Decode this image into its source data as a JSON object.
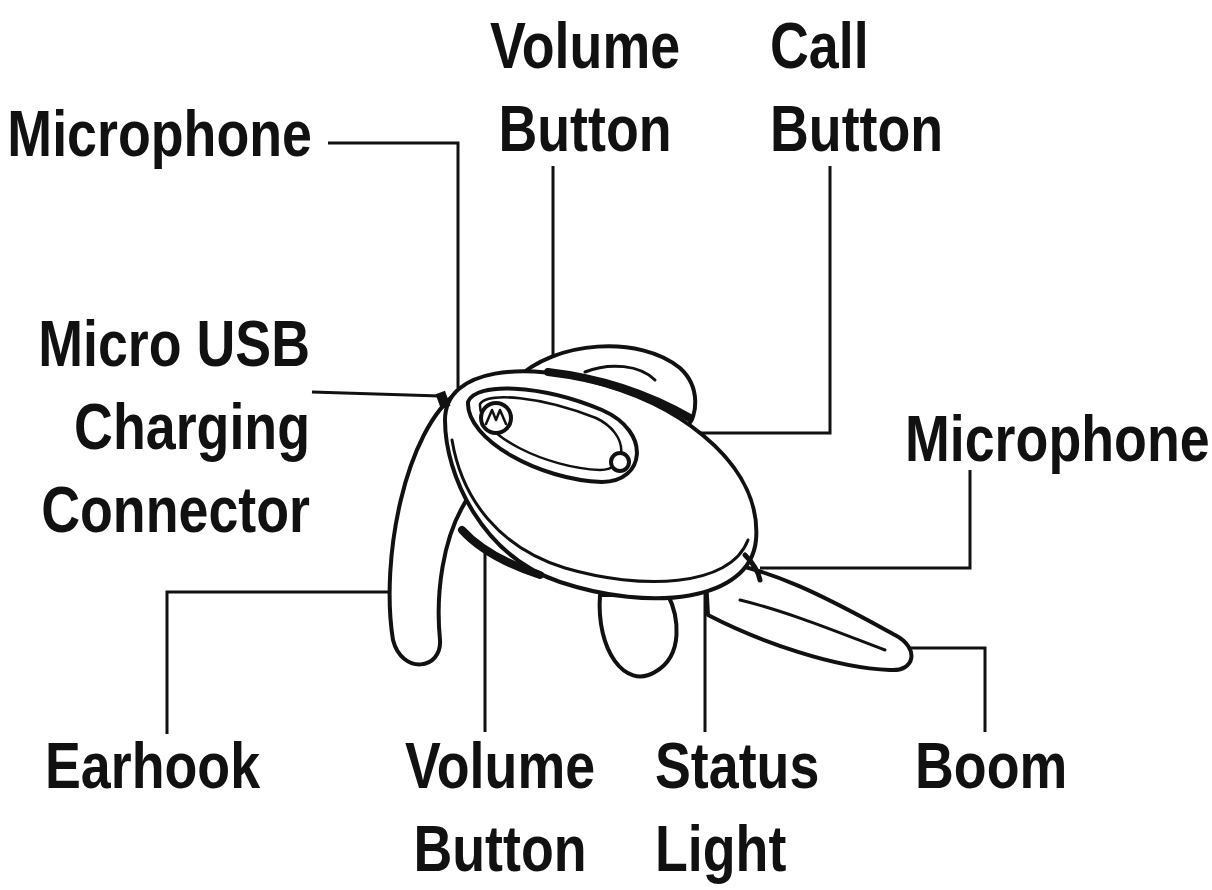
{
  "diagram": {
    "labels": [
      "Microphone",
      "Volume Button",
      "Call Button",
      "Micro USB Charging Connector",
      "Microphone",
      "Earhook",
      "Volume Button",
      "Status Light",
      "Boom"
    ]
  }
}
